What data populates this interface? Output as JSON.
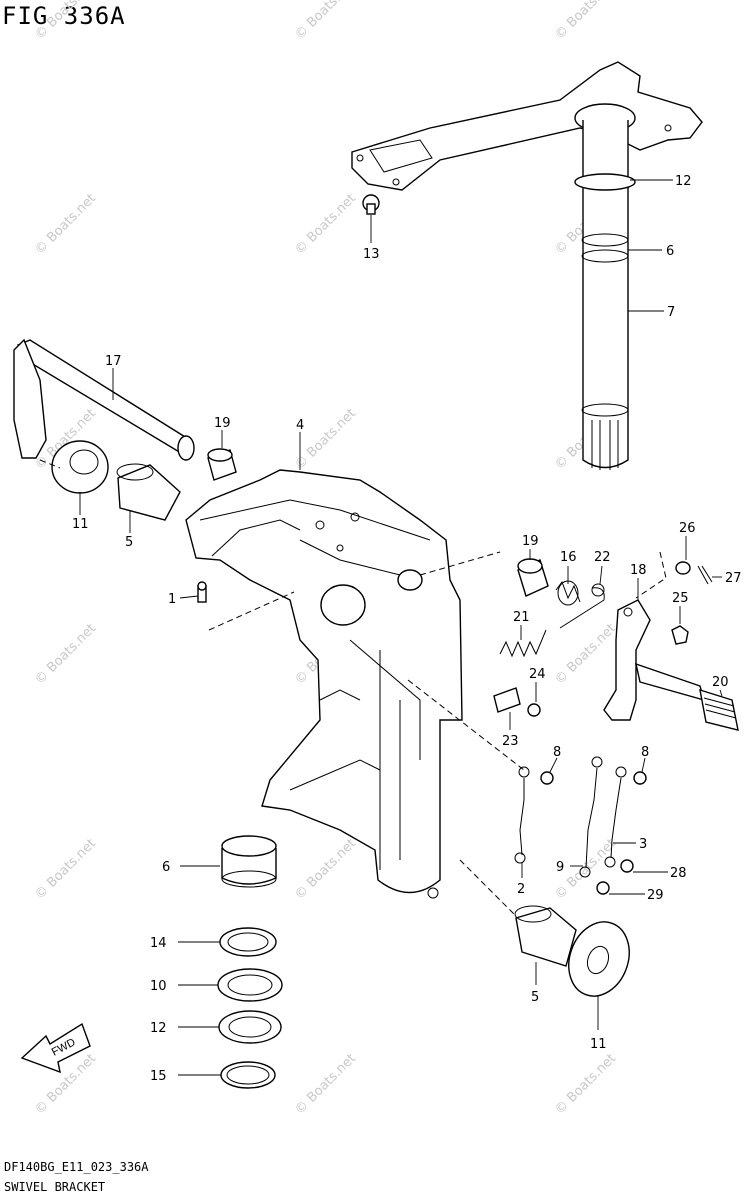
{
  "figure": {
    "title": "FIG 336A",
    "code": "DF140BG_E11_023_336A",
    "caption": "SWIVEL BRACKET",
    "watermark": "© Boats.net",
    "fwd_label": "FWD"
  },
  "callouts": [
    {
      "id": "c12a",
      "label": "12"
    },
    {
      "id": "c6a",
      "label": "6"
    },
    {
      "id": "c7",
      "label": "7"
    },
    {
      "id": "c13",
      "label": "13"
    },
    {
      "id": "c17",
      "label": "17"
    },
    {
      "id": "c19a",
      "label": "19"
    },
    {
      "id": "c4",
      "label": "4"
    },
    {
      "id": "c11a",
      "label": "11"
    },
    {
      "id": "c5a",
      "label": "5"
    },
    {
      "id": "c1",
      "label": "1"
    },
    {
      "id": "c19b",
      "label": "19"
    },
    {
      "id": "c16",
      "label": "16"
    },
    {
      "id": "c22",
      "label": "22"
    },
    {
      "id": "c18",
      "label": "18"
    },
    {
      "id": "c26",
      "label": "26"
    },
    {
      "id": "c27",
      "label": "27"
    },
    {
      "id": "c25",
      "label": "25"
    },
    {
      "id": "c21",
      "label": "21"
    },
    {
      "id": "c24",
      "label": "24"
    },
    {
      "id": "c20",
      "label": "20"
    },
    {
      "id": "c23",
      "label": "23"
    },
    {
      "id": "c8a",
      "label": "8"
    },
    {
      "id": "c8b",
      "label": "8"
    },
    {
      "id": "c3",
      "label": "3"
    },
    {
      "id": "c6b",
      "label": "6"
    },
    {
      "id": "c9",
      "label": "9"
    },
    {
      "id": "c28",
      "label": "28"
    },
    {
      "id": "c2",
      "label": "2"
    },
    {
      "id": "c29",
      "label": "29"
    },
    {
      "id": "c14",
      "label": "14"
    },
    {
      "id": "c10",
      "label": "10"
    },
    {
      "id": "c12b",
      "label": "12"
    },
    {
      "id": "c5b",
      "label": "5"
    },
    {
      "id": "c11b",
      "label": "11"
    },
    {
      "id": "c15",
      "label": "15"
    }
  ]
}
